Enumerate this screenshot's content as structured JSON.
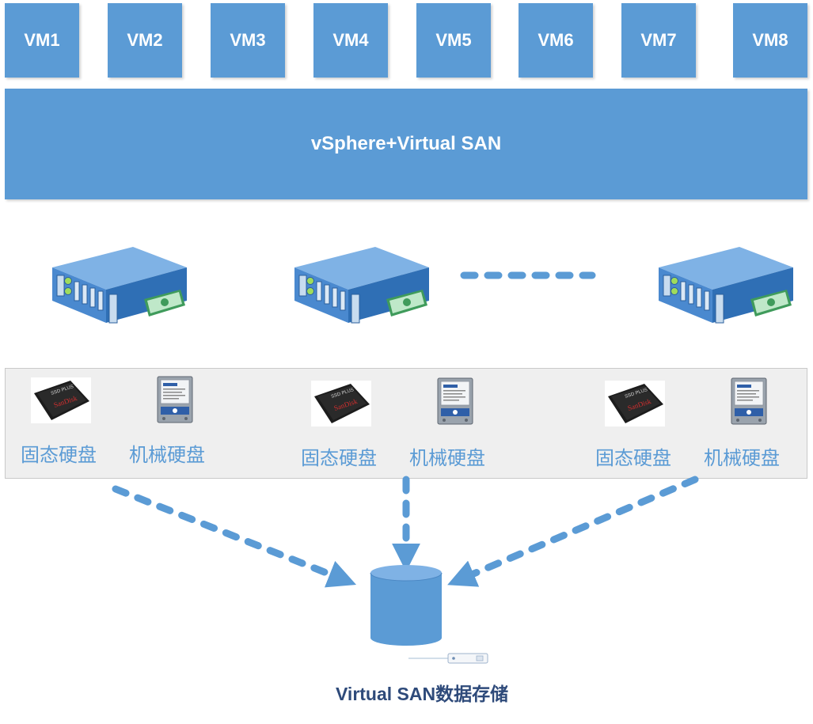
{
  "vms": [
    "VM1",
    "VM2",
    "VM3",
    "VM4",
    "VM5",
    "VM6",
    "VM7",
    "VM8"
  ],
  "platform_label": "vSphere+Virtual SAN",
  "hosts": [
    {
      "disks": [
        {
          "label": "固态硬盘",
          "icon": "ssd-icon"
        },
        {
          "label": "机械硬盘",
          "icon": "hdd-icon"
        }
      ]
    },
    {
      "disks": [
        {
          "label": "固态硬盘",
          "icon": "ssd-icon"
        },
        {
          "label": "机械硬盘",
          "icon": "hdd-icon"
        }
      ]
    },
    {
      "disks": [
        {
          "label": "固态硬盘",
          "icon": "ssd-icon"
        },
        {
          "label": "机械硬盘",
          "icon": "hdd-icon"
        }
      ]
    }
  ],
  "storage_label": "Virtual SAN数据存储",
  "ssd_brand": "SanDisk",
  "ssd_model": "SSD PLUS",
  "colors": {
    "accent": "#5b9bd5",
    "caption": "#2e4a7a",
    "panel": "#efefef"
  }
}
